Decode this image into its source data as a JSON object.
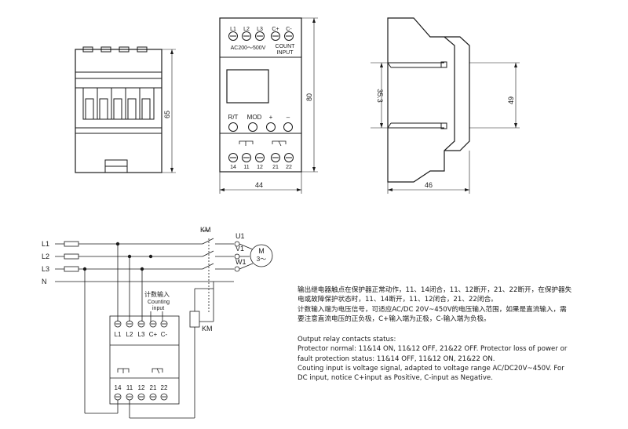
{
  "dims": {
    "left_height": "65",
    "front_height": "80",
    "front_width": "44",
    "side_width": "46",
    "side_height": "49",
    "rail_height": "35.3"
  },
  "front_top": {
    "terminals": [
      "L1",
      "L2",
      "L3",
      "C+",
      "C-"
    ],
    "voltage": "AC200～500V",
    "count_line1": "COUNT",
    "count_line2": "INPUT"
  },
  "front_buttons": [
    "R/T",
    "MOD",
    "+",
    "–"
  ],
  "front_bottom_terminals": [
    "14",
    "11",
    "12",
    "21",
    "22"
  ],
  "wiring": {
    "lines": [
      "L1",
      "L2",
      "L3",
      "N"
    ],
    "km_top": "KM",
    "km_side": "KM",
    "phases": [
      "U1",
      "V1",
      "W1"
    ],
    "motor_line1": "M",
    "motor_line2": "3～",
    "count_label_cn": "计数输入",
    "count_label_en1": "Counting",
    "count_label_en2": "input",
    "top_terminals": [
      "L1",
      "L2",
      "L3",
      "C+",
      "C-"
    ],
    "bottom_terminals": [
      "14",
      "11",
      "12",
      "21",
      "22"
    ]
  },
  "notes": {
    "cn": [
      "输出继电器触点在保护器正常动作，11、14闭合，11、12断开，21、22断开，在保护器失",
      "电或故障保护状态时，11、14断开，11、12闭合，21、22闭合。",
      "计数输入端为电压信号，可适应AC/DC 20V~450V的电压输入范围，如果是直流输入，需",
      "要注意直流电压的正负极，C+输入端为正极，C-输入端为负极。"
    ],
    "en": [
      "Output relay contacts status:",
      "Protector normal: 11&14 ON, 11&12 OFF, 21&22 OFF. Protector loss of power or",
      "fault protection status: 11&14 OFF, 11&12 ON, 21&22 ON.",
      "Couting input is voltage signal, adapted to voltage range AC/DC20V~450V. For",
      "DC input, notice C+input as Positive, C-input as Negative."
    ]
  }
}
